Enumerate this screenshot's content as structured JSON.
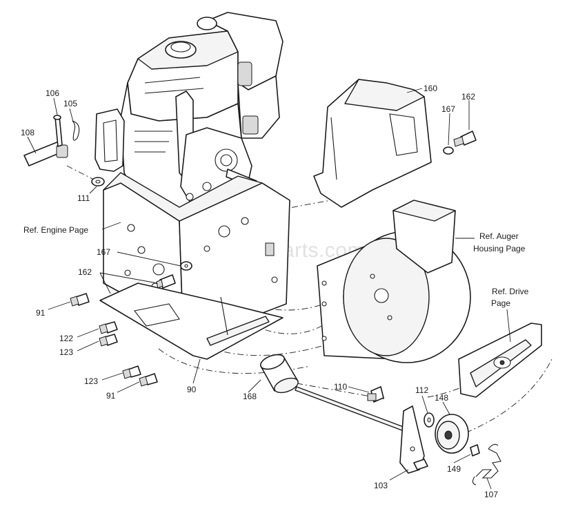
{
  "watermark": "eReplacementParts.com",
  "references": {
    "engine": "Ref. Engine Page",
    "auger_line1": "Ref. Auger",
    "auger_line2": "Housing Page",
    "drive_line1": "Ref. Drive",
    "drive_line2": "Page"
  },
  "callouts": {
    "p106": "106",
    "p105": "105",
    "p108": "108",
    "p111": "111",
    "p160": "160",
    "p167a": "167",
    "p162a": "162",
    "p167b": "167",
    "p162b": "162",
    "p91a": "91",
    "p122": "122",
    "p123a": "123",
    "p123b": "123",
    "p91b": "91",
    "p90": "90",
    "p168": "168",
    "p110": "110",
    "p112": "112",
    "p148": "148",
    "p149": "149",
    "p103": "103",
    "p107": "107"
  }
}
